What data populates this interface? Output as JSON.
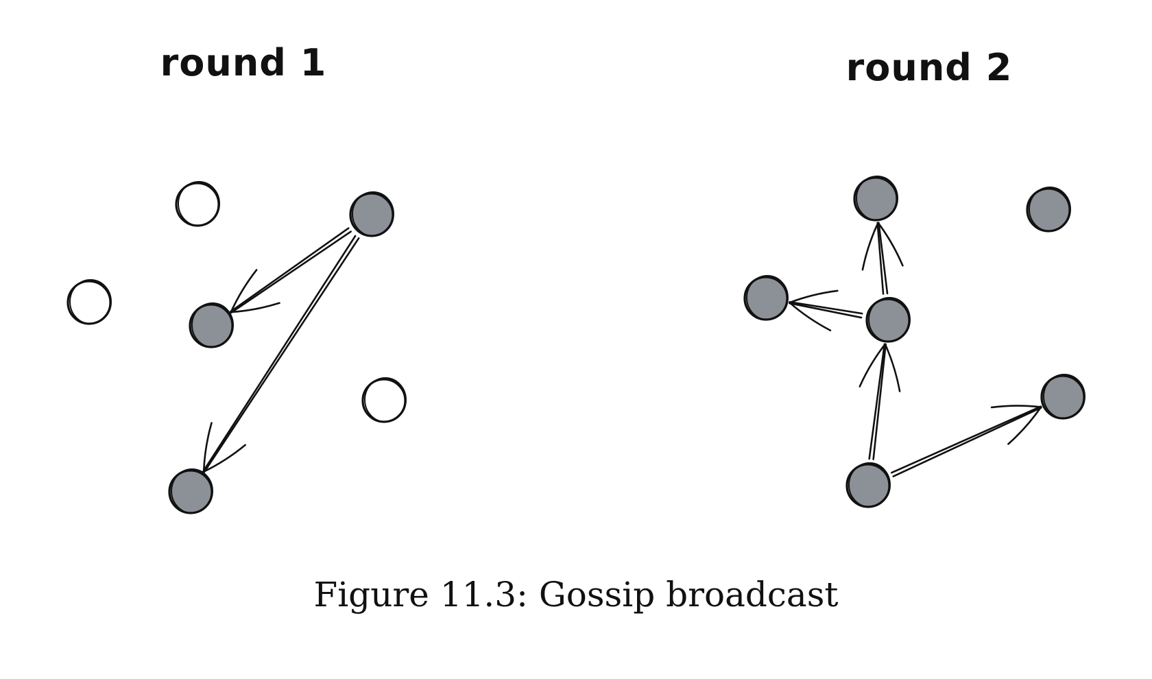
{
  "panels": [
    {
      "label": "round 1",
      "nodes": [
        {
          "id": "a",
          "state": "uninformed"
        },
        {
          "id": "b",
          "state": "informed"
        },
        {
          "id": "c",
          "state": "uninformed"
        },
        {
          "id": "d",
          "state": "informed"
        },
        {
          "id": "e",
          "state": "uninformed"
        },
        {
          "id": "f",
          "state": "informed"
        }
      ],
      "edges": [
        {
          "from": "b",
          "to": "d"
        },
        {
          "from": "b",
          "to": "f"
        }
      ]
    },
    {
      "label": "round 2",
      "nodes": [
        {
          "id": "a",
          "state": "informed"
        },
        {
          "id": "b",
          "state": "informed"
        },
        {
          "id": "c",
          "state": "informed"
        },
        {
          "id": "d",
          "state": "informed"
        },
        {
          "id": "e",
          "state": "informed"
        },
        {
          "id": "f",
          "state": "informed"
        }
      ],
      "edges": [
        {
          "from": "d",
          "to": "a"
        },
        {
          "from": "d",
          "to": "c"
        },
        {
          "from": "f",
          "to": "d"
        },
        {
          "from": "f",
          "to": "e"
        }
      ]
    }
  ],
  "colors": {
    "informed": "#8c9198",
    "uninformed": "#ffffff",
    "ink": "#111111"
  },
  "caption": "Figure 11.3: Gossip broadcast"
}
